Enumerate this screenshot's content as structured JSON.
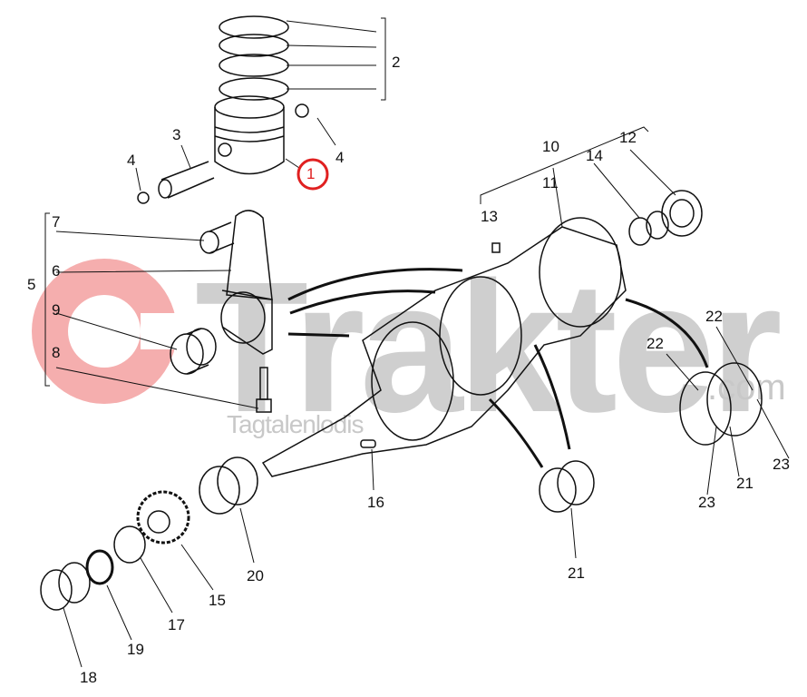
{
  "watermark": {
    "brand": "Trakter",
    ".com": ".com",
    "sub": "Tagtalenlodis",
    "brand_color": "#f08080"
  },
  "highlight": {
    "label": "1",
    "color": "#e02020"
  },
  "labels": {
    "l2": "2",
    "l3": "3",
    "l4a": "4",
    "l4b": "4",
    "l5": "5",
    "l6": "6",
    "l7": "7",
    "l8": "8",
    "l9": "9",
    "l10": "10",
    "l11": "11",
    "l12": "12",
    "l13": "13",
    "l14": "14",
    "l15": "15",
    "l16": "16",
    "l17": "17",
    "l18": "18",
    "l19": "19",
    "l20": "20",
    "l21a": "21",
    "l21b": "21",
    "l22a": "22",
    "l22b": "22",
    "l23a": "23",
    "l23b": "23"
  }
}
